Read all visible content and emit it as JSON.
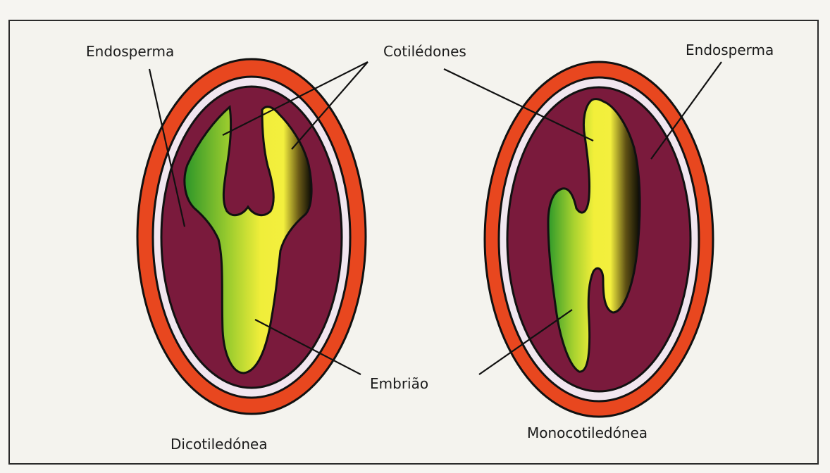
{
  "labels": {
    "endosperma_left": "Endosperma",
    "cotiledones": "Cotilédones",
    "endosperma_right": "Endosperma",
    "embriao": "Embrião",
    "dicot": "Dicotiledónea",
    "monocot": "Monocotiledónea"
  },
  "colors": {
    "seed_coat_outer": "#e8471f",
    "seed_coat_ring": "#f1e6ef",
    "endosperm": "#7a1a3c",
    "embryo_yellow": "#f2ef3a",
    "embryo_green": "#2e9a2a",
    "frame_bg": "#f4f3ee"
  }
}
